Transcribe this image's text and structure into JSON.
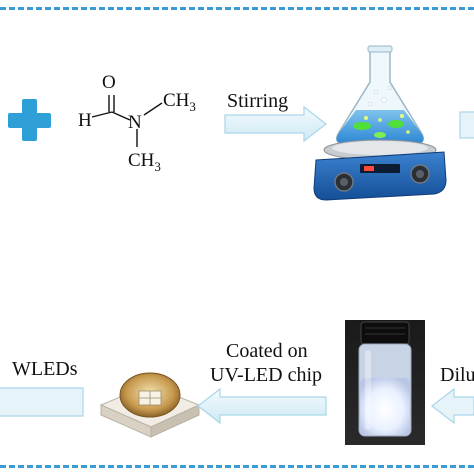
{
  "labels": {
    "stirring": "Stirring",
    "coated_line1": "Coated on",
    "coated_line2": "UV-LED chip",
    "wleds": "WLEDs",
    "dilu_partial": "Dilu"
  },
  "molecule": {
    "atom_O": "O",
    "atom_H": "H",
    "atom_N": "N",
    "methyl_top": "CH",
    "methyl_top_sub": "3",
    "methyl_bottom": "CH",
    "methyl_bottom_sub": "3"
  },
  "colors": {
    "dash": "#3b9bd6",
    "plus": "#2f9fd8",
    "arrow_light": "#e6f4fa",
    "arrow_dark": "#a9d6ea",
    "stirrer_blue": "#1f63b5"
  },
  "icons": {
    "plus": "plus-icon",
    "flask": "flask-on-stirrer",
    "vial": "glowing-vial",
    "led": "uv-led-chip"
  }
}
